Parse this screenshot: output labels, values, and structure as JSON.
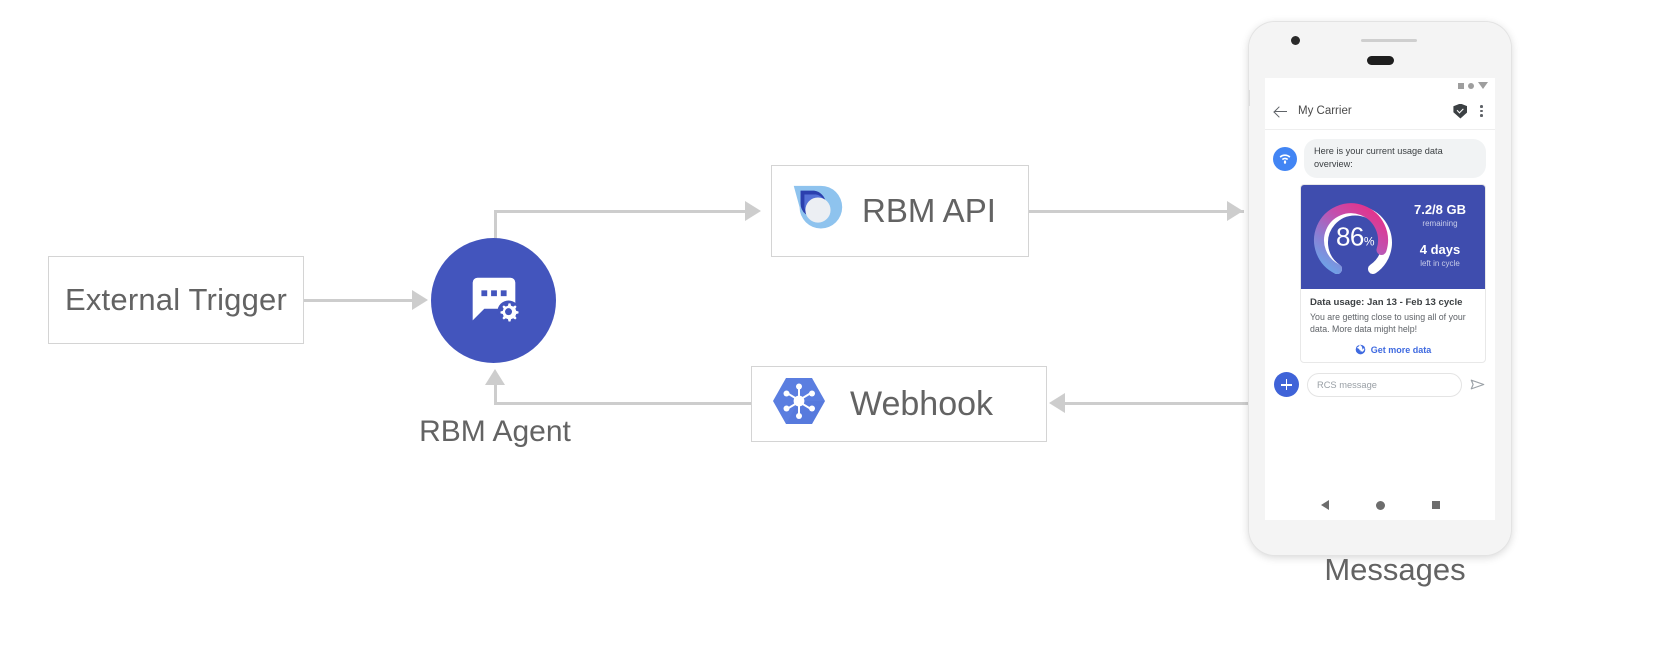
{
  "diagram": {
    "nodes": {
      "external_trigger": {
        "label": "External Trigger"
      },
      "rbm_agent": {
        "label": "RBM Agent"
      },
      "rbm_api": {
        "label": "RBM API"
      },
      "webhook": {
        "label": "Webhook"
      },
      "messages": {
        "label": "Messages"
      }
    },
    "colors": {
      "agent_circle": "#4355bd",
      "connector": "#cdcdcd",
      "box_border": "#d4d4d4",
      "label_text": "#636363",
      "card_hero": "#3f4dae",
      "accent_blue": "#3f63d8"
    }
  },
  "phone": {
    "status_bar": {
      "icons": [
        "signal-square-icon",
        "wifi-dot-icon",
        "battery-triangle-icon"
      ]
    },
    "app_bar": {
      "back_label": "back-arrow-icon",
      "title": "My Carrier",
      "verified_label": "verified-shield-icon",
      "overflow_label": "overflow-menu-icon"
    },
    "conversation": {
      "avatar_name": "carrier-wifi-avatar",
      "message_text": "Here is your current usage data overview:"
    },
    "rich_card": {
      "gauge": {
        "value": "86",
        "percent_symbol": "%",
        "percent_used": 86
      },
      "stats": [
        {
          "value": "7.2/8 GB",
          "caption": "remaining"
        },
        {
          "value": "4 days",
          "caption": "left in cycle"
        }
      ],
      "title": "Data usage: Jan 13 - Feb 13 cycle",
      "description": "You are getting close to using all of your data. More data might help!",
      "action": {
        "icon": "globe-icon",
        "label": "Get more data"
      }
    },
    "composer": {
      "add_button": "plus-icon",
      "placeholder": "RCS message",
      "send_button": "send-icon"
    },
    "nav_bar": {
      "back": "nav-back-icon",
      "home": "nav-home-icon",
      "recents": "nav-recents-icon"
    }
  }
}
